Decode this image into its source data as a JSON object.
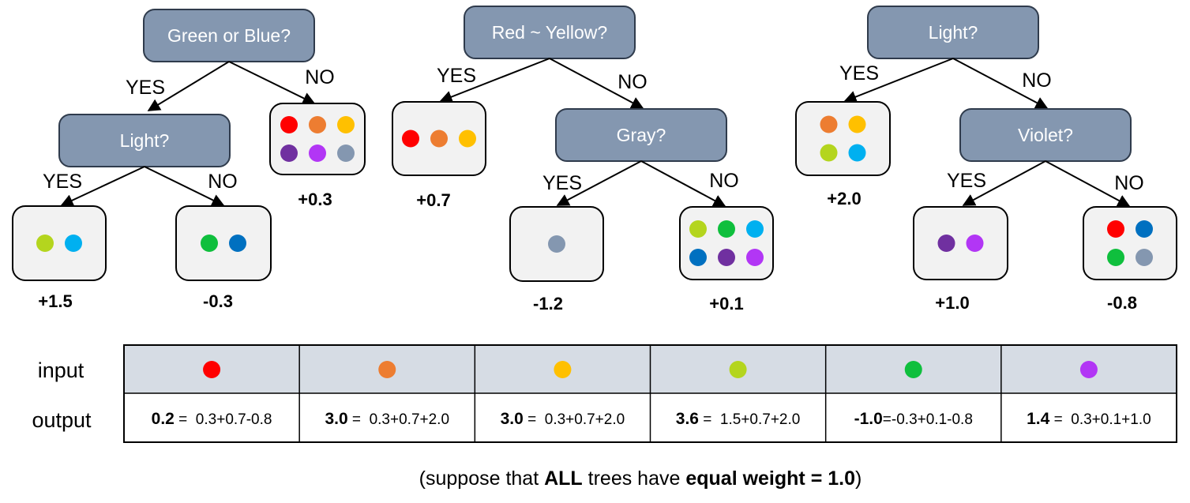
{
  "colors": {
    "red": "#ff0000",
    "orange": "#ed7d31",
    "yellow": "#ffc000",
    "lime": "#b4d51e",
    "skyblue": "#00b0f0",
    "green": "#0fbf3d",
    "blue": "#0070c0",
    "violet": "#7030a0",
    "purple": "#b236f5",
    "gray": "#8497b0",
    "node_fill": "#8497b0",
    "leaf_fill": "#f2f2f2",
    "header_fill": "#d6dce4"
  },
  "trees": [
    {
      "root": "Green or Blue?",
      "root_yes": "YES",
      "root_no": "NO",
      "inner": "Light?",
      "inner_yes": "YES",
      "inner_no": "NO",
      "leaf_no_root": {
        "dots": [
          "red",
          "orange",
          "yellow",
          "violet",
          "purple",
          "gray"
        ],
        "value": "+0.3"
      },
      "leaf_yes": {
        "dots": [
          "lime",
          "skyblue"
        ],
        "value": "+1.5"
      },
      "leaf_no": {
        "dots": [
          "green",
          "blue"
        ],
        "value": "-0.3"
      }
    },
    {
      "root": "Red ~ Yellow?",
      "root_yes": "YES",
      "root_no": "NO",
      "inner": "Gray?",
      "inner_yes": "YES",
      "inner_no": "NO",
      "leaf_yes_root": {
        "dots": [
          "red",
          "orange",
          "yellow"
        ],
        "value": "+0.7"
      },
      "leaf_yes": {
        "dots": [
          "gray"
        ],
        "value": "-1.2"
      },
      "leaf_no": {
        "dots": [
          "lime",
          "green",
          "skyblue",
          "blue",
          "violet",
          "purple"
        ],
        "value": "+0.1"
      }
    },
    {
      "root": "Light?",
      "root_yes": "YES",
      "root_no": "NO",
      "inner": "Violet?",
      "inner_yes": "YES",
      "inner_no": "NO",
      "leaf_yes_root": {
        "dots": [
          "orange",
          "yellow",
          "lime",
          "skyblue"
        ],
        "value": "+2.0"
      },
      "leaf_yes": {
        "dots": [
          "violet",
          "purple"
        ],
        "value": "+1.0"
      },
      "leaf_no": {
        "dots": [
          "red",
          "blue",
          "green",
          "gray"
        ],
        "value": "-0.8"
      }
    }
  ],
  "table": {
    "input_label": "input",
    "output_label": "output",
    "columns": [
      {
        "input": "red",
        "bold": "0.2",
        "formula": " =  0.3+0.7-0.8"
      },
      {
        "input": "orange",
        "bold": "3.0",
        "formula": " =  0.3+0.7+2.0"
      },
      {
        "input": "yellow",
        "bold": "3.0",
        "formula": " =  0.3+0.7+2.0"
      },
      {
        "input": "lime",
        "bold": "3.6",
        "formula": " =  1.5+0.7+2.0"
      },
      {
        "input": "green",
        "bold": "-1.0",
        "formula": "=-0.3+0.1-0.8"
      },
      {
        "input": "purple",
        "bold": "1.4",
        "formula": " =  0.3+0.1+1.0"
      }
    ]
  },
  "caption": {
    "pre": "(suppose that ",
    "b1": "ALL",
    "mid": " trees have ",
    "b2": "equal weight = 1.0",
    "post": ")"
  }
}
